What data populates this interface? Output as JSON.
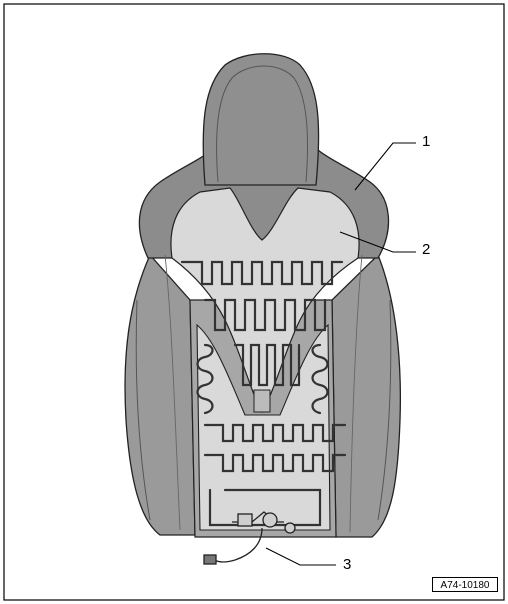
{
  "figure": {
    "figure_id": "A74-10180",
    "callouts": [
      {
        "number": "1"
      },
      {
        "number": "2"
      },
      {
        "number": "3"
      }
    ]
  },
  "colors": {
    "seat_dark": "#8f8f8f",
    "seat_mid": "#a9a9a9",
    "heating_mat": "#d9d9d9",
    "outline": "#222222"
  }
}
